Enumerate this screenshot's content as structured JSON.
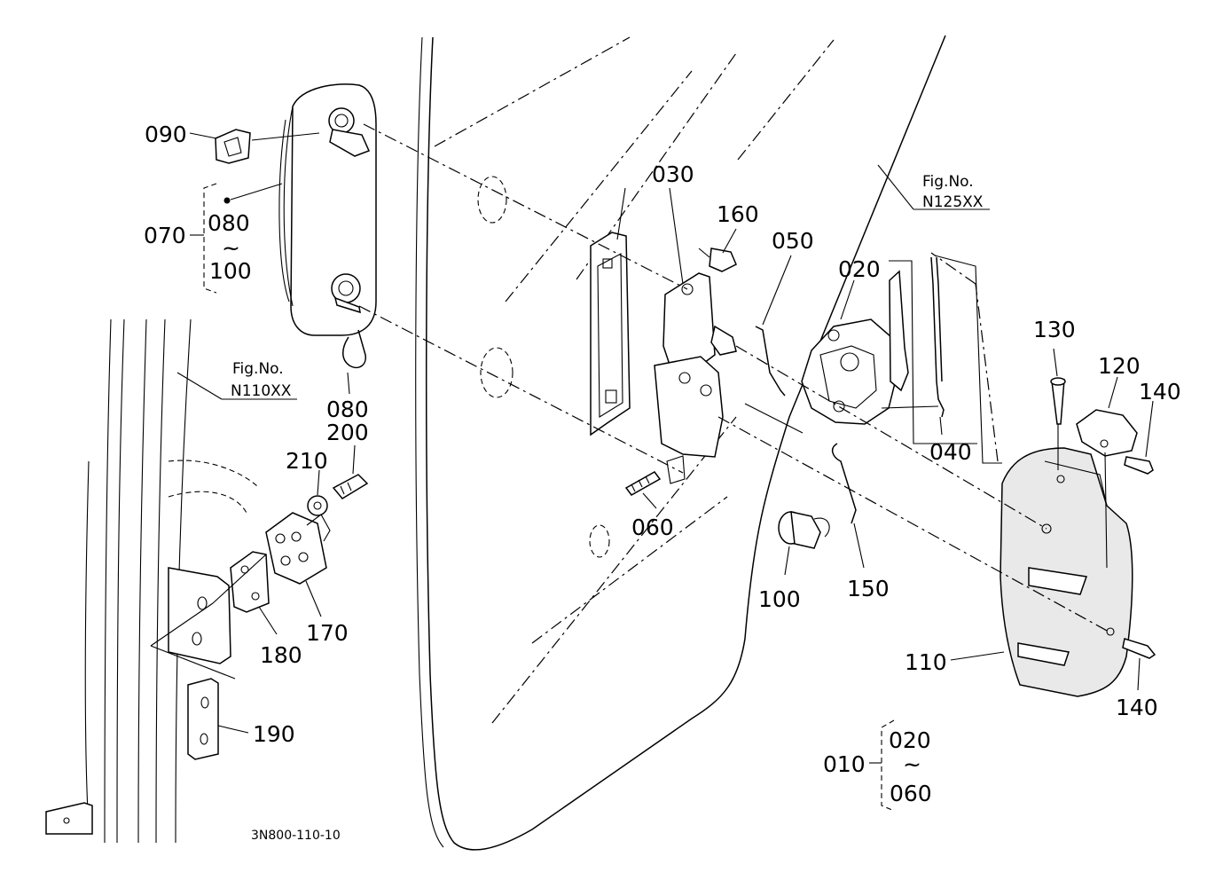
{
  "figure_ref": "3N800-110-10",
  "fig_refs": [
    {
      "caption": "Fig.No.",
      "code": "N125XX"
    },
    {
      "caption": "Fig.No.",
      "code": "N110XX"
    }
  ],
  "labels": {
    "p010": "010",
    "p020": "020",
    "p030": "030",
    "p040": "040",
    "p050": "050",
    "p060": "060",
    "p070": "070",
    "p080_a": "080",
    "p080_b": "080",
    "p090": "090",
    "p100_a": "100",
    "p100_b": "100",
    "p110": "110",
    "p120": "120",
    "p130": "130",
    "p140_a": "140",
    "p140_b": "140",
    "p150": "150",
    "p160": "160",
    "p170": "170",
    "p180": "180",
    "p190": "190",
    "p200": "200",
    "p210": "210"
  },
  "groups": {
    "g070": {
      "from": "080",
      "tilde": "~",
      "to": "100"
    },
    "g010": {
      "from": "020",
      "tilde": "~",
      "to": "060"
    }
  }
}
